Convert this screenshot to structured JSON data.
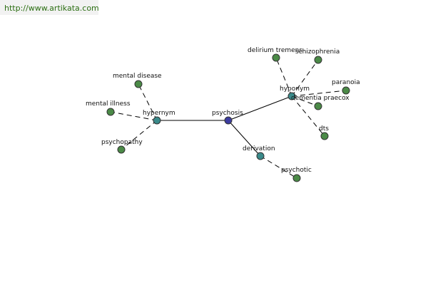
{
  "header": {
    "url": "http://www.artikata.com"
  },
  "colors": {
    "center": "#3c3ca0",
    "relation": "#3a8a8a",
    "leaf": "#4b8a47"
  },
  "graph": {
    "nodes": [
      {
        "id": "psychosis",
        "label": "psychosis",
        "kind": "center"
      },
      {
        "id": "hypernym",
        "label": "hypernym",
        "kind": "relation"
      },
      {
        "id": "hyponym",
        "label": "hyponym",
        "kind": "relation"
      },
      {
        "id": "derivation",
        "label": "derivation",
        "kind": "relation"
      },
      {
        "id": "mental-disease",
        "label": "mental disease",
        "kind": "leaf"
      },
      {
        "id": "mental-illness",
        "label": "mental illness",
        "kind": "leaf"
      },
      {
        "id": "psychopathy",
        "label": "psychopathy",
        "kind": "leaf"
      },
      {
        "id": "delirium-tremens",
        "label": "delirium tremens",
        "kind": "leaf"
      },
      {
        "id": "schizophrenia",
        "label": "schizophrenia",
        "kind": "leaf"
      },
      {
        "id": "paranoia",
        "label": "paranoia",
        "kind": "leaf"
      },
      {
        "id": "dementia-praecox",
        "label": "dementia praecox",
        "kind": "leaf"
      },
      {
        "id": "dts",
        "label": "dts",
        "kind": "leaf"
      },
      {
        "id": "psychotic",
        "label": "psychotic",
        "kind": "leaf"
      }
    ],
    "edges": [
      {
        "from": "psychosis",
        "to": "hypernym",
        "style": "solid"
      },
      {
        "from": "psychosis",
        "to": "hyponym",
        "style": "solid"
      },
      {
        "from": "psychosis",
        "to": "derivation",
        "style": "solid"
      },
      {
        "from": "hypernym",
        "to": "mental-disease",
        "style": "dashed"
      },
      {
        "from": "hypernym",
        "to": "mental-illness",
        "style": "dashed"
      },
      {
        "from": "hypernym",
        "to": "psychopathy",
        "style": "dashed"
      },
      {
        "from": "hyponym",
        "to": "delirium-tremens",
        "style": "dashed"
      },
      {
        "from": "hyponym",
        "to": "schizophrenia",
        "style": "dashed"
      },
      {
        "from": "hyponym",
        "to": "paranoia",
        "style": "dashed"
      },
      {
        "from": "hyponym",
        "to": "dementia-praecox",
        "style": "dashed"
      },
      {
        "from": "hyponym",
        "to": "dts",
        "style": "dashed"
      },
      {
        "from": "derivation",
        "to": "psychotic",
        "style": "dashed"
      }
    ]
  }
}
